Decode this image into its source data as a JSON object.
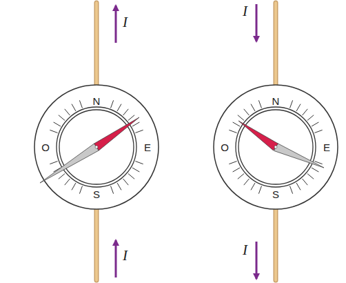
{
  "diagram": {
    "nodes": [
      {
        "text": [
          "N",
          "O",
          "E",
          "S"
        ]
      },
      {
        "text": [
          "N",
          "O",
          "E",
          "S"
        ]
      }
    ],
    "labels": [
      "I",
      "I",
      "I",
      "I"
    ]
  }
}
